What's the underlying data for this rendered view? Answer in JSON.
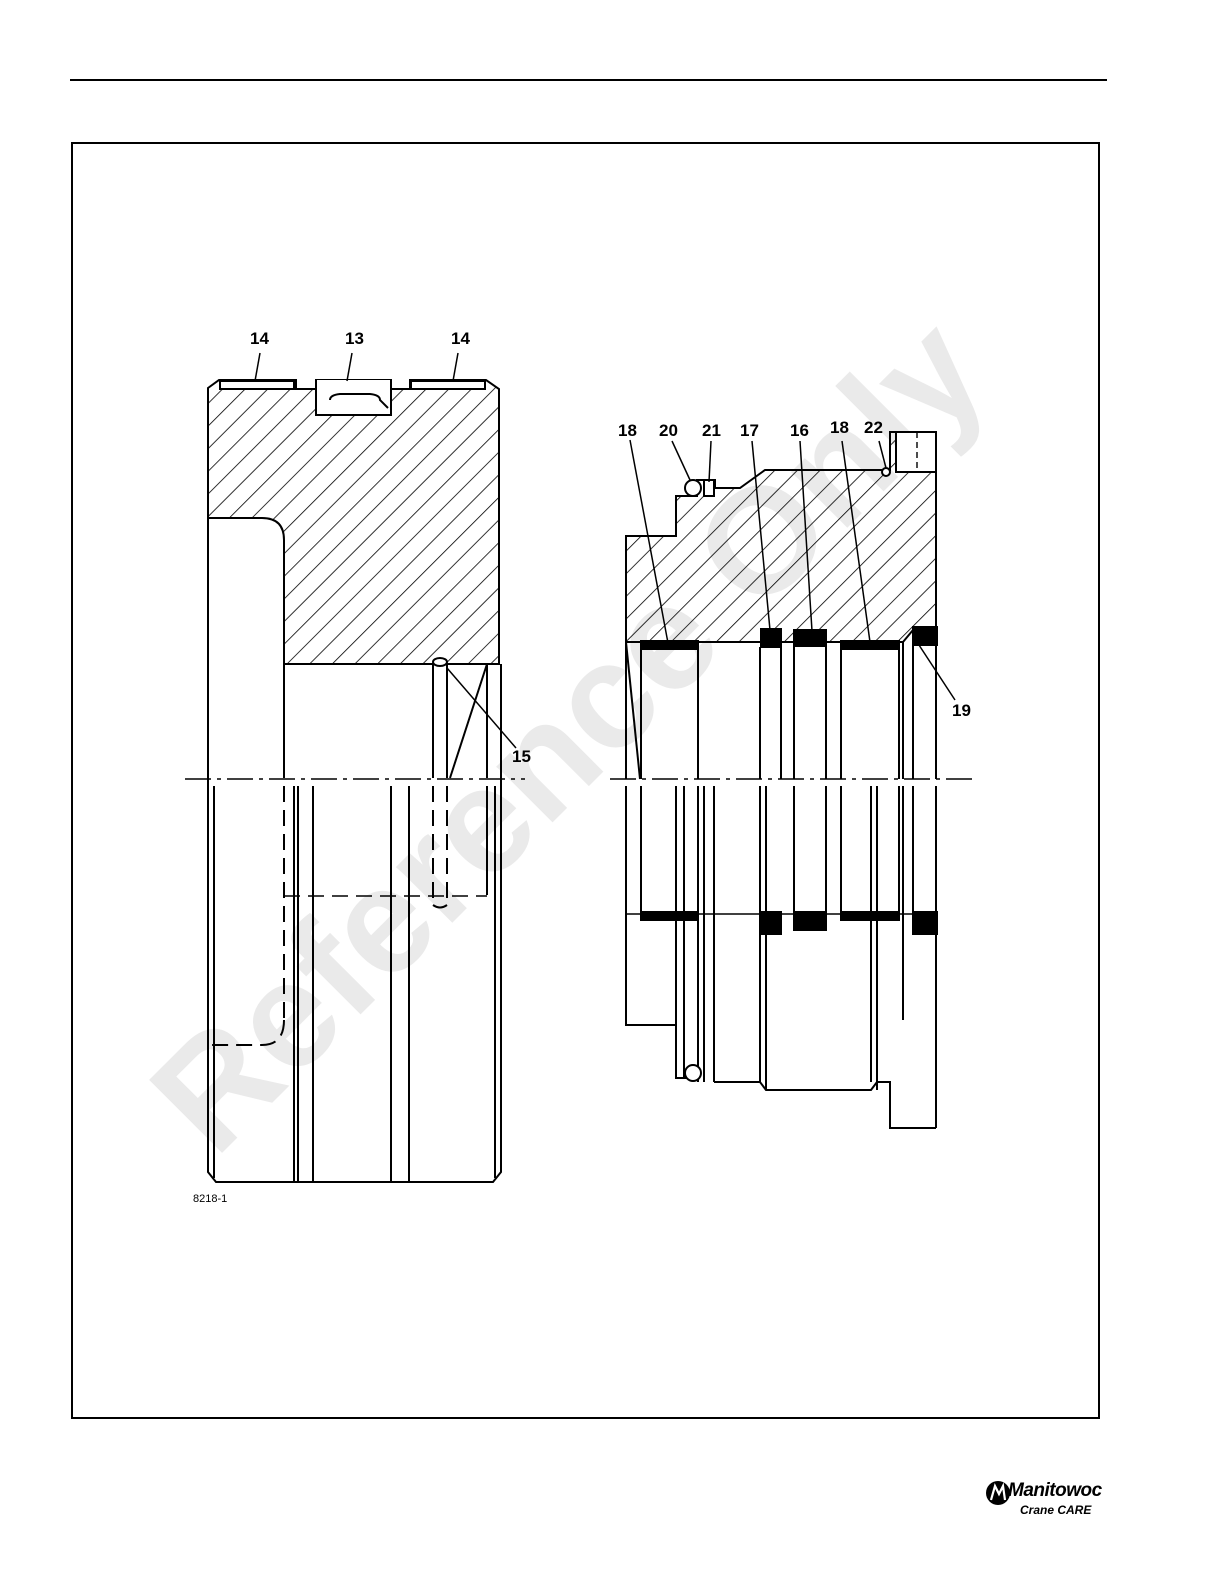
{
  "watermark": "Reference Only",
  "figure_id": "8218-1",
  "left_view": {
    "callouts": [
      "14",
      "13",
      "14",
      "15"
    ]
  },
  "right_view": {
    "callouts": [
      "18",
      "20",
      "21",
      "17",
      "16",
      "18",
      "22",
      "19"
    ]
  },
  "logo": {
    "name": "Manitowoc",
    "sub": "Crane CARE"
  }
}
